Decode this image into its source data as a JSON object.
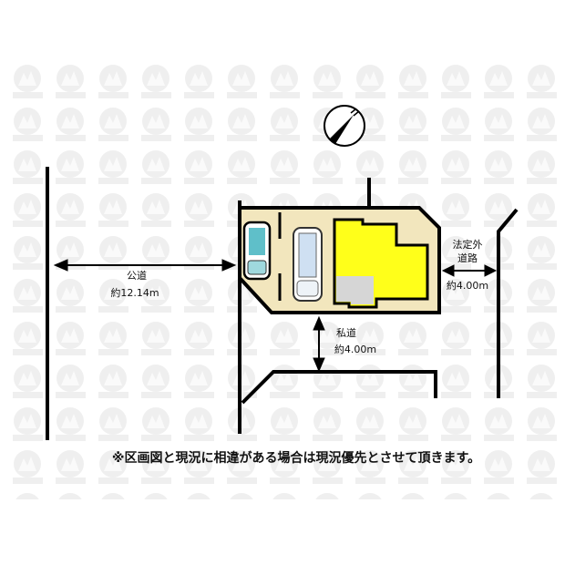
{
  "colors": {
    "lot": "#f2e6bd",
    "building": "#ffff1a",
    "garage": "#d6d6d6",
    "car1": "#5fbfc9",
    "car2": "#cfe0f2",
    "watermark": "#ececec"
  },
  "public_road": {
    "label": "公道",
    "width": "約12.14m"
  },
  "private_road": {
    "label": "私道",
    "width": "約4.00m"
  },
  "outside_road": {
    "label_line1": "法定外",
    "label_line2": "道路",
    "width": "約4.00m"
  },
  "compass": {
    "icon": "north-arrow-icon"
  },
  "note": "※区画図と現況に相違がある場合は現況優先とさせて頂きます。"
}
